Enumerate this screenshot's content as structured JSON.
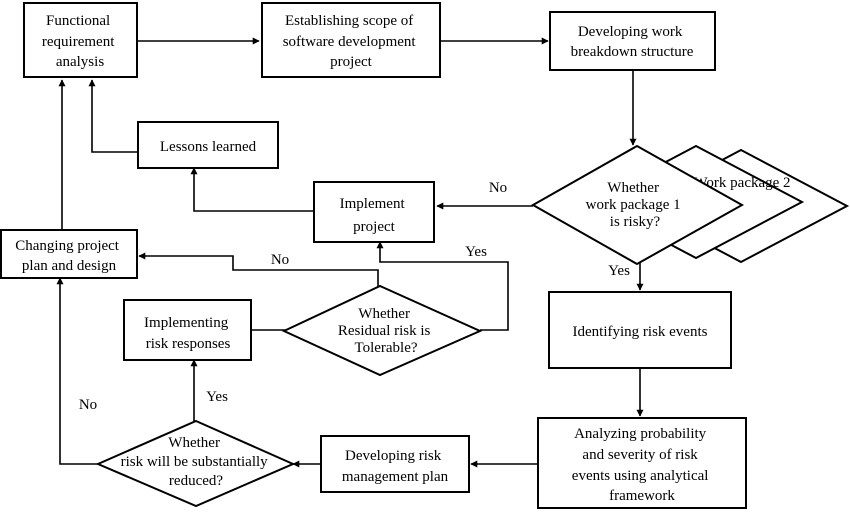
{
  "nodes": {
    "functional_requirement": {
      "lines": [
        "Functional",
        "requirement",
        "analysis"
      ]
    },
    "establishing_scope": {
      "lines": [
        "Establishing scope of",
        "software development",
        "project"
      ]
    },
    "developing_wbs": {
      "lines": [
        "Developing work",
        "breakdown structure"
      ]
    },
    "lessons_learned": {
      "lines": [
        "Lessons learned"
      ]
    },
    "implement_project": {
      "lines": [
        "Implement",
        "project"
      ]
    },
    "work_package_1_decision": {
      "lines": [
        "Whether",
        "work package 1",
        "is risky?"
      ]
    },
    "work_package_2": {
      "lines": [
        "Work package 2"
      ]
    },
    "changing_plan": {
      "lines": [
        "Changing project",
        "plan and design"
      ]
    },
    "implementing_responses": {
      "lines": [
        "Implementing",
        "risk responses"
      ]
    },
    "residual_risk_decision": {
      "lines": [
        "Whether",
        "Residual risk is",
        "Tolerable?"
      ]
    },
    "identifying_risk": {
      "lines": [
        "Identifying risk events"
      ]
    },
    "risk_reduced_decision": {
      "lines": [
        "Whether",
        "risk will be substantially",
        "reduced?"
      ]
    },
    "developing_plan": {
      "lines": [
        "Developing risk",
        "management plan"
      ]
    },
    "analyzing": {
      "lines": [
        "Analyzing probability",
        "and severity of risk",
        "events using  analytical",
        "framework"
      ]
    }
  },
  "edge_labels": {
    "no_wp1": "No",
    "yes_wp1": "Yes",
    "no_residual": "No",
    "yes_residual": "Yes",
    "yes_reduced": "Yes",
    "no_reduced": "No"
  }
}
